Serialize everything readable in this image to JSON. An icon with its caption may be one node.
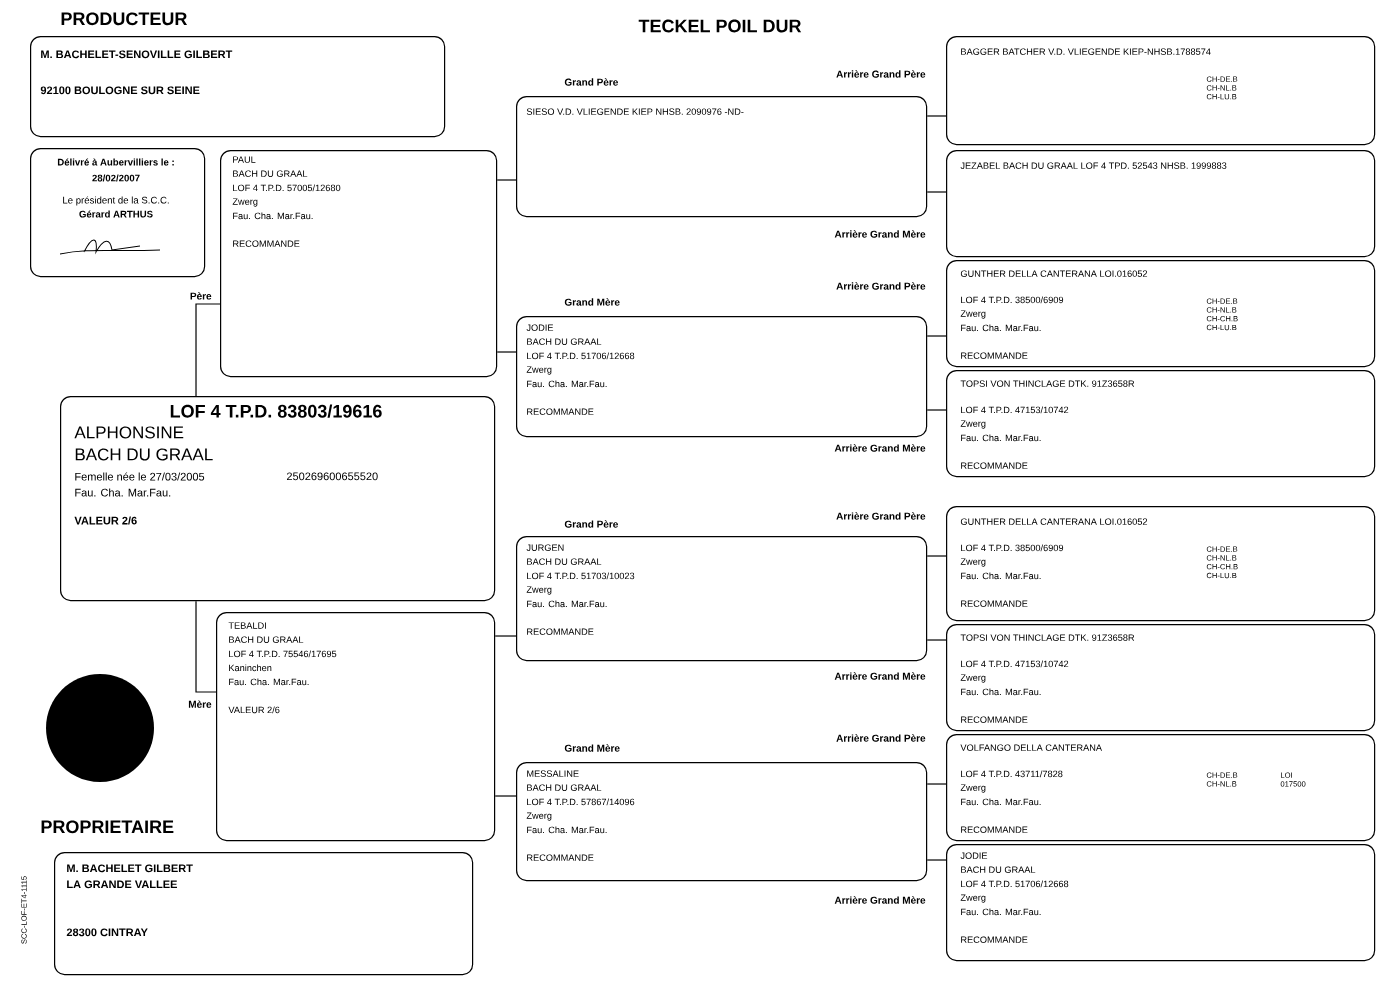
{
  "diagram": {
    "title": "TECKEL POIL DUR",
    "nodes": [
      {
        "text": [
          "PRODUCTEUR",
          "M. BACHELET-SENOVILLE GILBERT",
          "92100 BOULOGNE SUR SEINE"
        ]
      },
      {
        "text": [
          "Délivré à Aubervilliers le :",
          "28/02/2007",
          "Le président de la S.C.C.",
          "Gérard ARTHUS"
        ]
      },
      {
        "text": [
          "LOF 4 T.P.D. 83803/19616",
          "ALPHONSINE",
          "BACH DU GRAAL",
          "Femelle née le 27/03/2005",
          "250269600655520",
          "Fau. Cha. Mar.Fau.",
          "VALEUR 2/6"
        ]
      },
      {
        "text": [
          "PAUL",
          "BACH DU GRAAL",
          "LOF 4 T.P.D. 57005/12680",
          "Zwerg",
          "Fau. Cha. Mar.Fau.",
          "RECOMMANDE"
        ],
        "beside": [
          "Père"
        ]
      },
      {
        "text": [
          "TEBALDI",
          "BACH DU GRAAL",
          "LOF 4 T.P.D. 75546/17695",
          "Kaninchen",
          "Fau. Cha. Mar.Fau.",
          "VALEUR 2/6"
        ],
        "beside": [
          "Mère"
        ]
      },
      {
        "text": [
          "SIESO V.D. VLIEGENDE KIEP NHSB. 2090976 -ND-"
        ],
        "beside": [
          "Grand Père"
        ]
      },
      {
        "text": [
          "JODIE",
          "BACH DU GRAAL",
          "LOF 4 T.P.D. 51706/12668",
          "Zwerg",
          "Fau. Cha. Mar.Fau.",
          "RECOMMANDE"
        ],
        "beside": [
          "Grand Mère"
        ]
      },
      {
        "text": [
          "JURGEN",
          "BACH DU GRAAL",
          "LOF 4 T.P.D. 51703/10023",
          "Zwerg",
          "Fau. Cha. Mar.Fau.",
          "RECOMMANDE"
        ],
        "beside": [
          "Grand Père"
        ]
      },
      {
        "text": [
          "MESSALINE",
          "BACH DU GRAAL",
          "LOF 4 T.P.D. 57867/14096",
          "Zwerg",
          "Fau. Cha. Mar.Fau.",
          "RECOMMANDE"
        ],
        "beside": [
          "Grand Mère"
        ]
      },
      {
        "text": [
          "BAGGER BATCHER V.D. VLIEGENDE KIEP-NHSB.1788574",
          "CH-DE.B CH-NL.B CH-LU.B"
        ]
      },
      {
        "text": [
          "JEZABEL BACH DU GRAAL LOF 4 TPD. 52543 NHSB. 1999883"
        ]
      },
      {
        "text": [
          "GUNTHER DELLA CANTERANA LOI.016052",
          "LOF 4 T.P.D. 38500/6909",
          "Zwerg",
          "Fau. Cha. Mar.Fau.",
          "RECOMMANDE",
          "CH-DE.B CH-NL.B CH-CH.B CH-LU.B"
        ]
      },
      {
        "text": [
          "TOPSI VON THINCLAGE DTK. 91Z3658R",
          "LOF 4 T.P.D. 47153/10742",
          "Zwerg",
          "Fau. Cha. Mar.Fau.",
          "RECOMMANDE"
        ]
      },
      {
        "text": [
          "GUNTHER DELLA CANTERANA LOI.016052",
          "LOF 4 T.P.D. 38500/6909",
          "Zwerg",
          "Fau. Cha. Mar.Fau.",
          "RECOMMANDE",
          "CH-DE.B CH-NL.B CH-CH.B CH-LU.B"
        ]
      },
      {
        "text": [
          "TOPSI VON THINCLAGE DTK. 91Z3658R",
          "LOF 4 T.P.D. 47153/10742",
          "Zwerg",
          "Fau. Cha. Mar.Fau.",
          "RECOMMANDE"
        ]
      },
      {
        "text": [
          "VOLFANGO DELLA CANTERANA",
          "LOF 4 T.P.D. 43711/7828",
          "Zwerg",
          "Fau. Cha. Mar.Fau.",
          "RECOMMANDE",
          "CH-DE.B CH-NL.B",
          "LOI 017500"
        ]
      },
      {
        "text": [
          "JODIE",
          "BACH DU GRAAL",
          "LOF 4 T.P.D. 51706/12668",
          "Zwerg",
          "Fau. Cha. Mar.Fau.",
          "RECOMMANDE"
        ]
      },
      {
        "text": [
          "PROPRIETAIRE",
          "M. BACHELET GILBERT",
          "LA GRANDE VALLEE",
          "28300 CINTRAY"
        ]
      }
    ],
    "edges": [
      {
        "from": 2,
        "to": 3,
        "arrow": "none"
      },
      {
        "from": 2,
        "to": 4,
        "arrow": "none"
      },
      {
        "from": 3,
        "to": 5,
        "arrow": "none"
      },
      {
        "from": 3,
        "to": 6,
        "arrow": "none"
      },
      {
        "from": 4,
        "to": 7,
        "arrow": "none"
      },
      {
        "from": 4,
        "to": 8,
        "arrow": "none"
      },
      {
        "from": 5,
        "to": 9,
        "arrow": "none"
      },
      {
        "from": 5,
        "to": 10,
        "arrow": "none"
      },
      {
        "from": 6,
        "to": 11,
        "arrow": "none"
      },
      {
        "from": 6,
        "to": 12,
        "arrow": "none"
      },
      {
        "from": 7,
        "to": 13,
        "arrow": "none"
      },
      {
        "from": 7,
        "to": 14,
        "arrow": "none"
      },
      {
        "from": 8,
        "to": 15,
        "arrow": "none"
      },
      {
        "from": 8,
        "to": 16,
        "arrow": "none"
      }
    ],
    "labels": [
      "Arrière Grand Père",
      "Arrière Grand Mère",
      "Arrière Grand Père",
      "Arrière Grand Mère",
      "Arrière Grand Père",
      "Arrière Grand Mère",
      "Arrière Grand Père",
      "Arrière Grand Mère",
      "SCC-LOF-ET4-1115"
    ]
  }
}
